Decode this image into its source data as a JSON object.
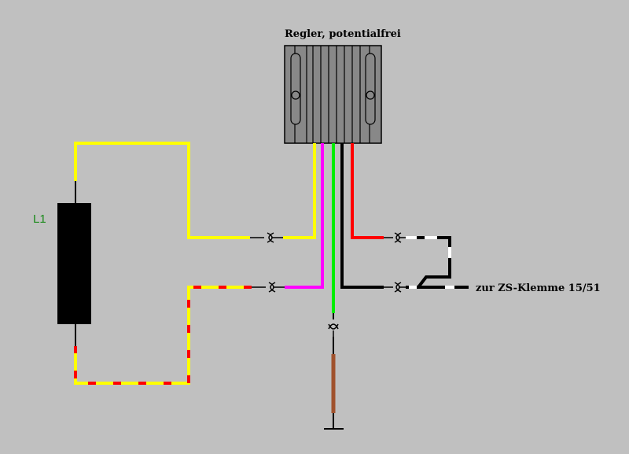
{
  "labels": {
    "regulator_title": "Regler, potentialfrei",
    "coil": "L1",
    "destination": "zur ZS-Klemme 15/51"
  },
  "colors": {
    "background": "#c0c0c0",
    "yellow": "#ffff00",
    "red": "#ff0000",
    "magenta": "#ff00ff",
    "green": "#00ee00",
    "black": "#000000",
    "brown": "#a0522d",
    "white": "#ffffff",
    "coil_label": "#1a8a1a"
  },
  "components": [
    {
      "name": "regulator",
      "icon": "heatsink-regulator-icon"
    },
    {
      "name": "coil",
      "icon": "coil-block-icon"
    },
    {
      "name": "ground",
      "icon": "ground-symbol-icon"
    },
    {
      "name": "connectors",
      "icon": "plug-connector-icon"
    }
  ]
}
